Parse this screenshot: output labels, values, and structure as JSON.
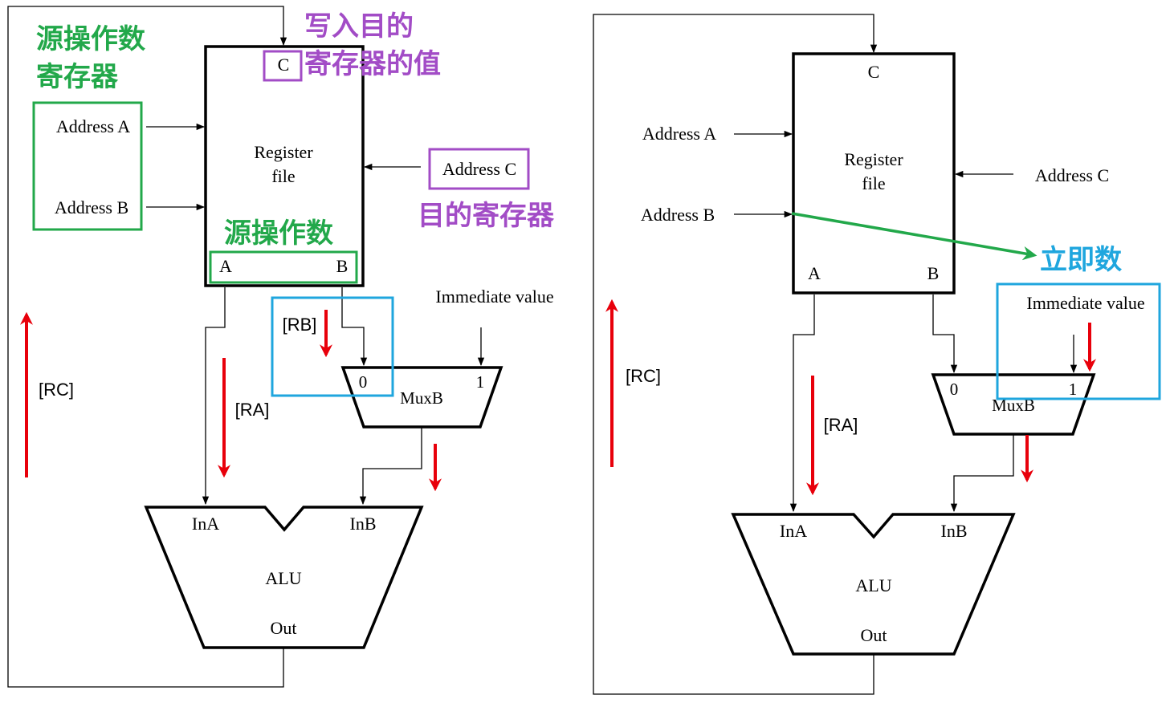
{
  "colors": {
    "green": "#22a84a",
    "purple": "#a24cc6",
    "blue": "#1fa6de",
    "red": "#e8000b",
    "black": "#000000"
  },
  "left": {
    "register_c": "C",
    "register_label_1": "Register",
    "register_label_2": "file",
    "address_a": "Address A",
    "address_b": "Address B",
    "address_c": "Address C",
    "port_a": "A",
    "port_b": "B",
    "immediate": "Immediate value",
    "mux_0": "0",
    "mux_1": "1",
    "mux_name": "MuxB",
    "alu_ina": "InA",
    "alu_inb": "InB",
    "alu_name": "ALU",
    "alu_out": "Out",
    "label_rc": "[RC]",
    "label_ra": "[RA]",
    "label_rb": "[RB]",
    "note_src_reg_1": "源操作数",
    "note_src_reg_2": "寄存器",
    "note_write_1": "写入目的",
    "note_write_2": "寄存器的值",
    "note_dest_reg": "目的寄存器",
    "note_src_operand": "源操作数"
  },
  "right": {
    "register_c": "C",
    "register_label_1": "Register",
    "register_label_2": "file",
    "address_a": "Address A",
    "address_b": "Address B",
    "address_c": "Address C",
    "port_a": "A",
    "port_b": "B",
    "immediate": "Immediate value",
    "mux_0": "0",
    "mux_1": "1",
    "mux_name": "MuxB",
    "alu_ina": "InA",
    "alu_inb": "InB",
    "alu_name": "ALU",
    "alu_out": "Out",
    "label_rc": "[RC]",
    "label_ra": "[RA]",
    "note_immediate": "立即数"
  }
}
